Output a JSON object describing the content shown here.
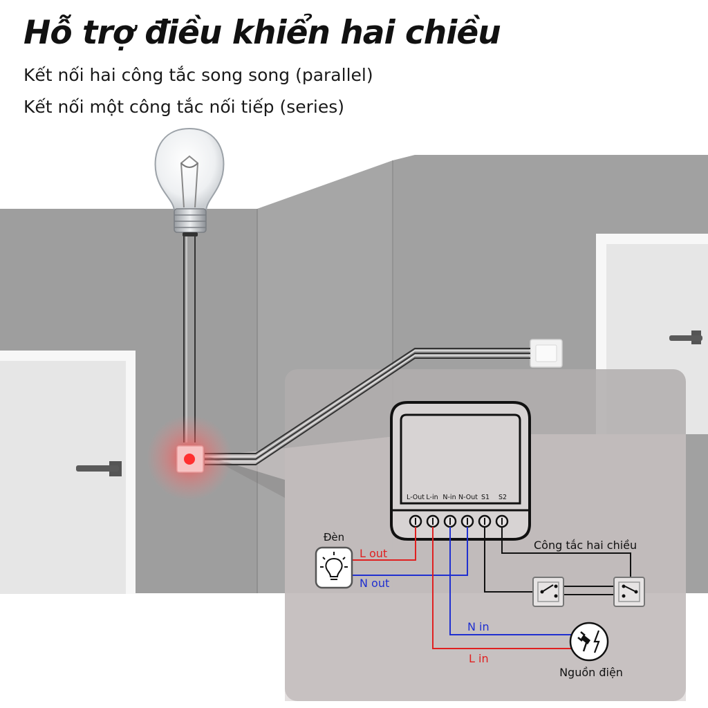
{
  "header": {
    "title": "Hỗ trợ điều khiển hai chiều",
    "subtitles": [
      "Kết nối hai công tắc song song (parallel)",
      "Kết nối một công tắc nối tiếp (series)"
    ]
  },
  "module": {
    "terminals": [
      "L-Out",
      "L-in",
      "N-in",
      "N-Out",
      "S1",
      "S2"
    ]
  },
  "wiring": {
    "lamp_label": "Đèn",
    "l_out": "L out",
    "n_out": "N out",
    "n_in": "N in",
    "l_in": "L in",
    "switch_label": "Công tắc hai chiều",
    "power_label": "Nguồn điện"
  },
  "colors": {
    "live": "#e02020",
    "neutral": "#1f2fd0",
    "switch_wire": "#111111",
    "highlight": "#ff5a5a"
  }
}
